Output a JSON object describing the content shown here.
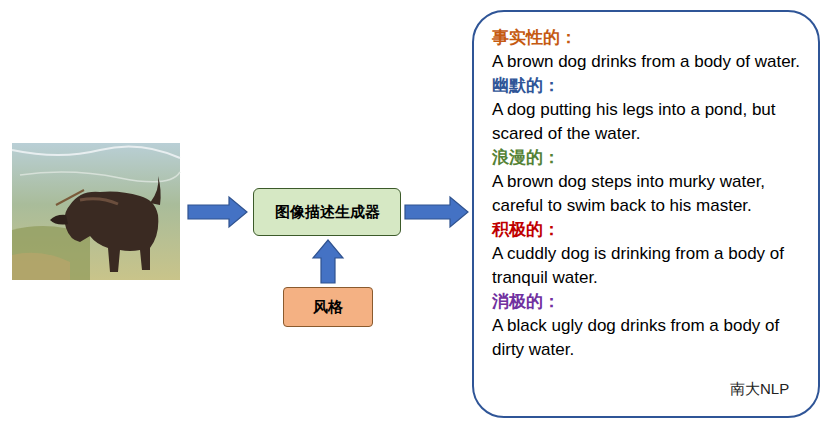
{
  "diagram": {
    "nodes": [
      {
        "text": [
          "图像描述生成器"
        ]
      },
      {
        "text": [
          "风格"
        ]
      },
      {
        "text": [
          "事实性的：",
          "A brown dog drinks from a body of water.",
          "幽默的：",
          "A dog putting his legs into a pond, but scared of the water.",
          "浪漫的：",
          "A brown dog steps into murky water, careful to swim back to his master.",
          "积极的：",
          "A cuddly dog is drinking from a body of tranquil water.",
          "消极的：",
          "A black ugly dog drinks from a body of dirty water."
        ]
      }
    ],
    "edges": [
      {
        "from": 1,
        "to": 0,
        "arrow": "to"
      },
      {
        "from": 0,
        "to": 2,
        "arrow": "to"
      }
    ],
    "labels": [
      "南大NLP"
    ]
  }
}
